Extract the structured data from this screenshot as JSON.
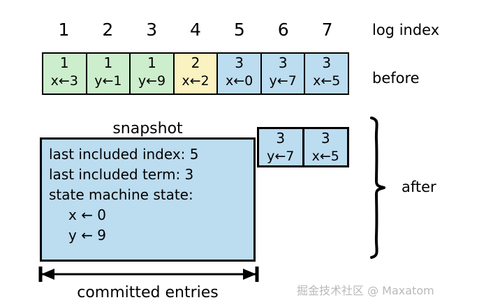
{
  "log_index": {
    "label": "log index",
    "indices": [
      "1",
      "2",
      "3",
      "4",
      "5",
      "6",
      "7"
    ]
  },
  "before": {
    "label": "before",
    "entries": [
      {
        "term": "1",
        "command": "x←3",
        "color": "#cceecc"
      },
      {
        "term": "1",
        "command": "y←1",
        "color": "#cceecc"
      },
      {
        "term": "1",
        "command": "y←9",
        "color": "#cceecc"
      },
      {
        "term": "2",
        "command": "x←2",
        "color": "#faf2c0"
      },
      {
        "term": "3",
        "command": "x←0",
        "color": "#bcdcf0"
      },
      {
        "term": "3",
        "command": "y←7",
        "color": "#bcdcf0"
      },
      {
        "term": "3",
        "command": "x←5",
        "color": "#bcdcf0"
      }
    ]
  },
  "snapshot": {
    "title": "snapshot",
    "lines": [
      "last included index: 5",
      "last included term: 3",
      "state machine state:",
      "x ← 0",
      "y ← 9"
    ],
    "fill_color": "#bcdcf0"
  },
  "after": {
    "label": "after",
    "entries": [
      {
        "term": "3",
        "command": "y←7",
        "color": "#bcdcf0"
      },
      {
        "term": "3",
        "command": "x←5",
        "color": "#bcdcf0"
      }
    ]
  },
  "committed": {
    "label": "committed entries"
  },
  "watermark": {
    "text": "掘金技术社区 @ Maxatom",
    "color": "#b9b9b9"
  }
}
